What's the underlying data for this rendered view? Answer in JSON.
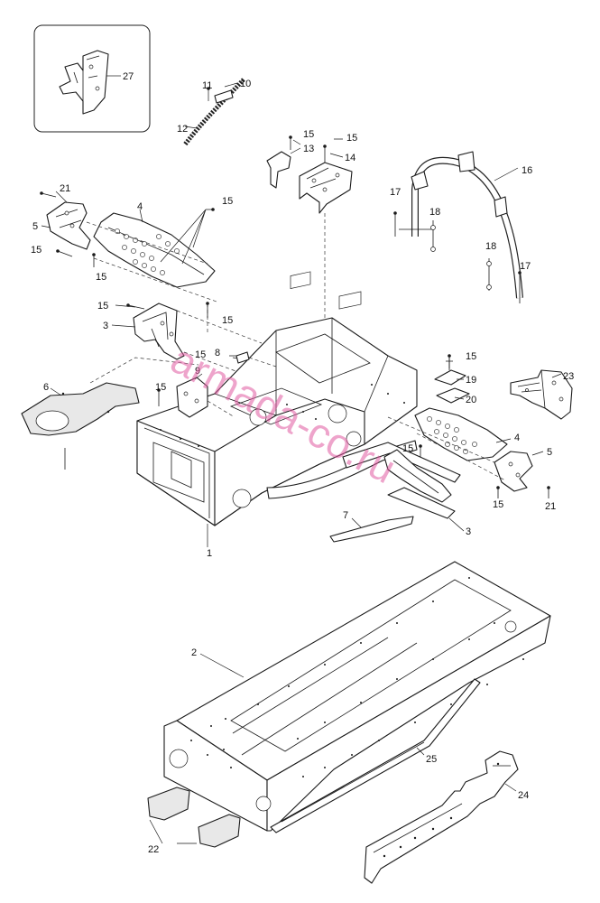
{
  "diagram": {
    "watermark": "armada-co.ru",
    "callouts": {
      "c1": "1",
      "c2": "2",
      "c3a": "3",
      "c3b": "3",
      "c4a": "4",
      "c4b": "4",
      "c5a": "5",
      "c5b": "5",
      "c6": "6",
      "c7": "7",
      "c8": "8",
      "c9": "9",
      "c10": "10",
      "c11": "11",
      "c12": "12",
      "c13": "13",
      "c14": "14",
      "c15a": "15",
      "c15b": "15",
      "c15c": "15",
      "c15d": "15",
      "c15e": "15",
      "c15f": "15",
      "c15g": "15",
      "c15h": "15",
      "c15i": "15",
      "c15j": "15",
      "c15k": "15",
      "c16": "16",
      "c17a": "17",
      "c17b": "17",
      "c18a": "18",
      "c18b": "18",
      "c19": "19",
      "c20": "20",
      "c21a": "21",
      "c21b": "21",
      "c22": "22",
      "c23": "23",
      "c24": "24",
      "c25": "25",
      "c27": "27"
    },
    "line_color": "#1a1a1a",
    "watermark_color": "#e05aa0"
  }
}
